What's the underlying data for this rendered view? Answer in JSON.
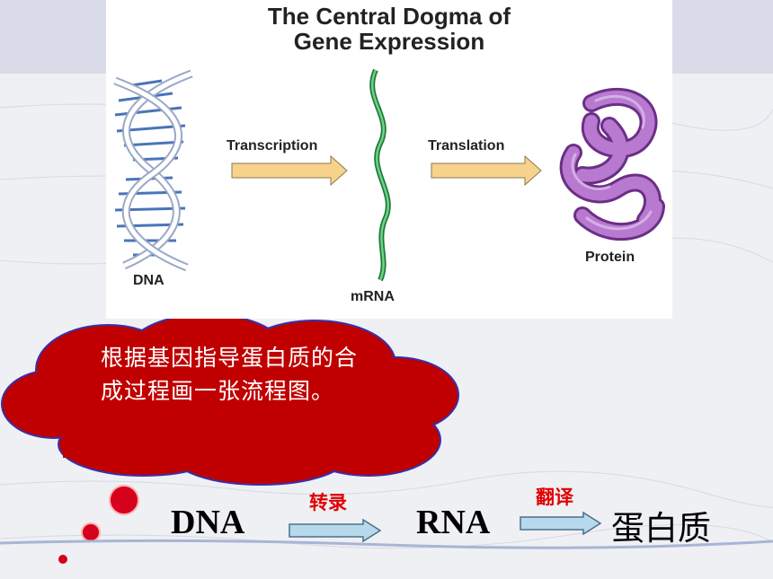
{
  "diagram": {
    "title_line1": "The Central Dogma of",
    "title_line2": "Gene Expression",
    "step1_label": "Transcription",
    "step2_label": "Translation",
    "dna_label": "DNA",
    "mrna_label": "mRNA",
    "protein_label": "Protein"
  },
  "callout": {
    "text": "根据基因指导蛋白质的合成过程画一张流程图。"
  },
  "flow": {
    "dna": "DNA",
    "transcription": "转录",
    "rna": "RNA",
    "translation": "翻译",
    "protein": "蛋白质"
  },
  "colors": {
    "cloud": "#c00000",
    "cloud_outline": "#3a2fa8",
    "arrow_fill": "#f7d28a",
    "flow_arrow_fill": "#b7d9ec",
    "mrna": "#2e9e4c",
    "protein": "#9b4fb8",
    "dna_blue": "#4a74b8",
    "dots": "#d4001c"
  }
}
